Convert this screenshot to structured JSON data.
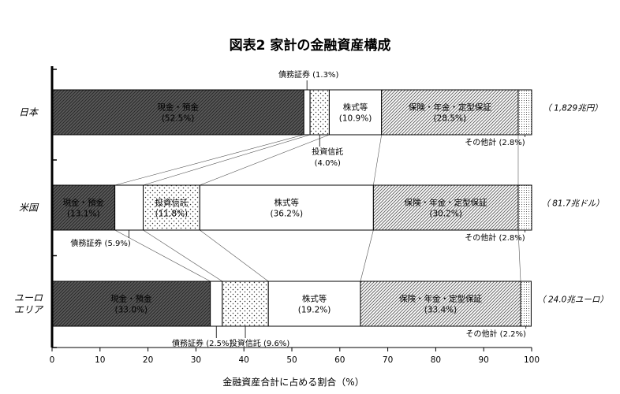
{
  "chart_data": {
    "type": "bar",
    "orientation": "horizontal",
    "stacked": true,
    "title": "図表2  家計の金融資産構成",
    "xlabel": "金融資産合計に占める割合（%）",
    "xlim": [
      0,
      100
    ],
    "xticks": [
      0,
      10,
      20,
      30,
      40,
      50,
      60,
      70,
      80,
      90,
      100
    ],
    "grid": false,
    "categories": [
      "日本",
      "米国",
      "ユーロ\nエリア"
    ],
    "category_lines": [
      [
        "日本"
      ],
      [
        "米国"
      ],
      [
        "ユーロ",
        "エリア"
      ]
    ],
    "totals": [
      "（ 1,829兆円）",
      "（ 81.7兆ドル）",
      "（ 24.0兆ユーロ）"
    ],
    "series": [
      {
        "name": "現金・預金",
        "pattern": "dark-hatch",
        "values": [
          52.5,
          13.1,
          33.0
        ]
      },
      {
        "name": "債務証券",
        "pattern": "white",
        "values": [
          1.3,
          5.9,
          2.5
        ]
      },
      {
        "name": "投資信託",
        "pattern": "dots",
        "values": [
          4.0,
          11.8,
          9.6
        ]
      },
      {
        "name": "株式等",
        "pattern": "white",
        "values": [
          10.9,
          36.2,
          19.2
        ]
      },
      {
        "name": "保険・年金・定型保証",
        "pattern": "light-hatch",
        "values": [
          28.5,
          30.2,
          33.4
        ]
      },
      {
        "name": "その他計",
        "pattern": "fine-dots",
        "values": [
          2.8,
          2.8,
          2.2
        ]
      }
    ],
    "labels": [
      [
        {
          "series": 0,
          "place": "inside",
          "lines": [
            "現金・預金",
            "(52.5%)"
          ]
        },
        {
          "series": 1,
          "place": "above",
          "lines": [
            "債務証券 (1.3%)"
          ]
        },
        {
          "series": 2,
          "place": "below",
          "lines": [
            "投資信託",
            "(4.0%)"
          ]
        },
        {
          "series": 3,
          "place": "inside",
          "lines": [
            "株式等",
            "(10.9%)"
          ]
        },
        {
          "series": 4,
          "place": "inside",
          "lines": [
            "保険・年金・定型保証",
            "(28.5%)"
          ]
        },
        {
          "series": 5,
          "place": "below",
          "lines": [
            "その他計 (2.8%)"
          ]
        }
      ],
      [
        {
          "series": 0,
          "place": "inside",
          "lines": [
            "現金・預金",
            "(13.1%)"
          ]
        },
        {
          "series": 1,
          "place": "below",
          "lines": [
            "債務証券 (5.9%)"
          ]
        },
        {
          "series": 2,
          "place": "inside",
          "lines": [
            "投資信託",
            "(11.8%)"
          ]
        },
        {
          "series": 3,
          "place": "inside",
          "lines": [
            "株式等",
            "(36.2%)"
          ]
        },
        {
          "series": 4,
          "place": "inside",
          "lines": [
            "保険・年金・定型保証",
            "(30.2%)"
          ]
        },
        {
          "series": 5,
          "place": "below",
          "lines": [
            "その他計 (2.8%)"
          ]
        }
      ],
      [
        {
          "series": 0,
          "place": "inside",
          "lines": [
            "現金・預金",
            "(33.0%)"
          ]
        },
        {
          "series": 1,
          "place": "below",
          "lines": [
            "債務証券 (2.5%)"
          ]
        },
        {
          "series": 2,
          "place": "below",
          "lines": [
            "投資信託 (9.6%)"
          ]
        },
        {
          "series": 3,
          "place": "inside",
          "lines": [
            "株式等",
            "(19.2%)"
          ]
        },
        {
          "series": 4,
          "place": "inside",
          "lines": [
            "保険・年金・定型保証",
            "(33.4%)"
          ]
        },
        {
          "series": 5,
          "place": "below",
          "lines": [
            "その他計 (2.2%)"
          ]
        }
      ]
    ]
  }
}
